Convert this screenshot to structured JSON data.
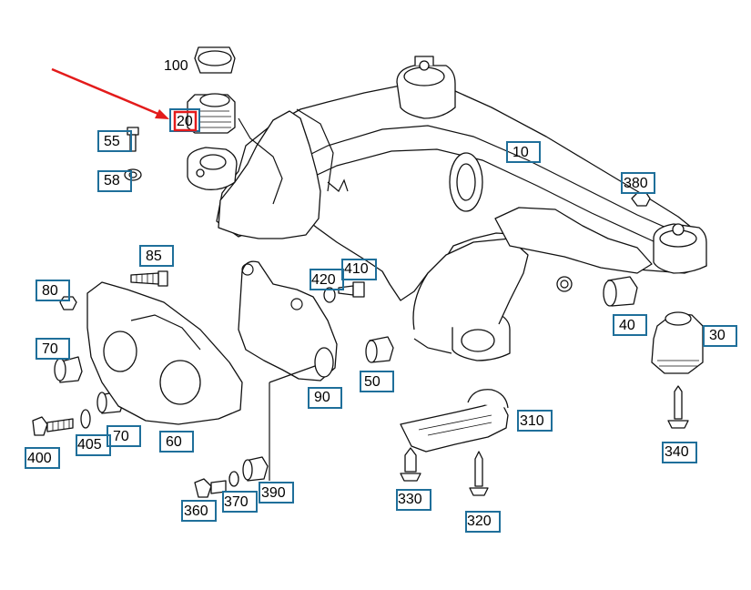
{
  "diagram": {
    "callouts": [
      {
        "id": "100",
        "label": "100"
      },
      {
        "id": "20",
        "label": "20"
      },
      {
        "id": "55",
        "label": "55"
      },
      {
        "id": "58",
        "label": "58"
      },
      {
        "id": "10",
        "label": "10"
      },
      {
        "id": "380",
        "label": "380"
      },
      {
        "id": "85",
        "label": "85"
      },
      {
        "id": "420",
        "label": "420"
      },
      {
        "id": "410",
        "label": "410"
      },
      {
        "id": "80",
        "label": "80"
      },
      {
        "id": "70a",
        "label": "70"
      },
      {
        "id": "70b",
        "label": "70"
      },
      {
        "id": "40",
        "label": "40"
      },
      {
        "id": "30",
        "label": "30"
      },
      {
        "id": "90",
        "label": "90"
      },
      {
        "id": "50",
        "label": "50"
      },
      {
        "id": "310",
        "label": "310"
      },
      {
        "id": "400",
        "label": "400"
      },
      {
        "id": "405",
        "label": "405"
      },
      {
        "id": "60",
        "label": "60"
      },
      {
        "id": "340",
        "label": "340"
      },
      {
        "id": "360",
        "label": "360"
      },
      {
        "id": "370",
        "label": "370"
      },
      {
        "id": "390",
        "label": "390"
      },
      {
        "id": "330",
        "label": "330"
      },
      {
        "id": "320",
        "label": "320"
      }
    ],
    "highlighted_part": "20",
    "colors": {
      "callout_box": "#1f6f9a",
      "highlight": "#e31b1b",
      "arrow": "#e31b1b",
      "line_art": "#111111"
    }
  }
}
